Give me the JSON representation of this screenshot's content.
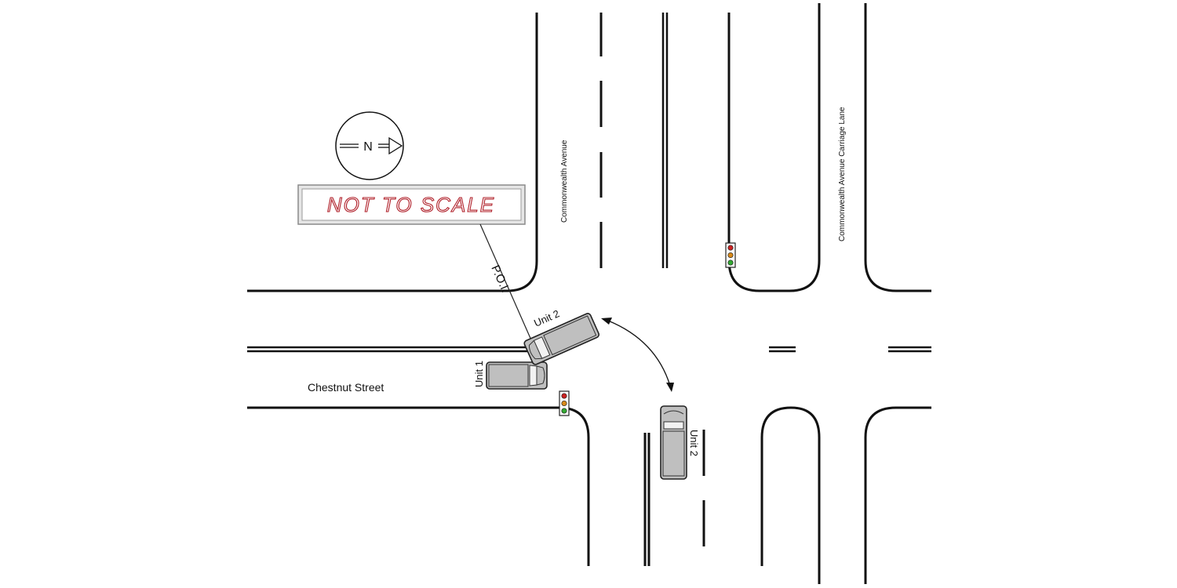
{
  "diagram": {
    "street_labels": {
      "chestnut": "Chestnut Street",
      "commonwealth": "Commonwealth Avenue",
      "carriage_lane": "Commonwealth Avenue Carriage Lane"
    },
    "north_arrow": {
      "letter": "N"
    },
    "scale_note": "NOT TO SCALE",
    "poi_label": "P.O.I.",
    "vehicles": {
      "unit1": "Unit 1",
      "unit2_impact": "Unit 2",
      "unit2_start": "Unit 2"
    },
    "colors": {
      "light_red": "#cc2222",
      "light_amber": "#d98a1a",
      "light_green": "#33aa33",
      "scale_text": "#b0202a",
      "vehicle_fill": "#bfbfbf"
    }
  }
}
